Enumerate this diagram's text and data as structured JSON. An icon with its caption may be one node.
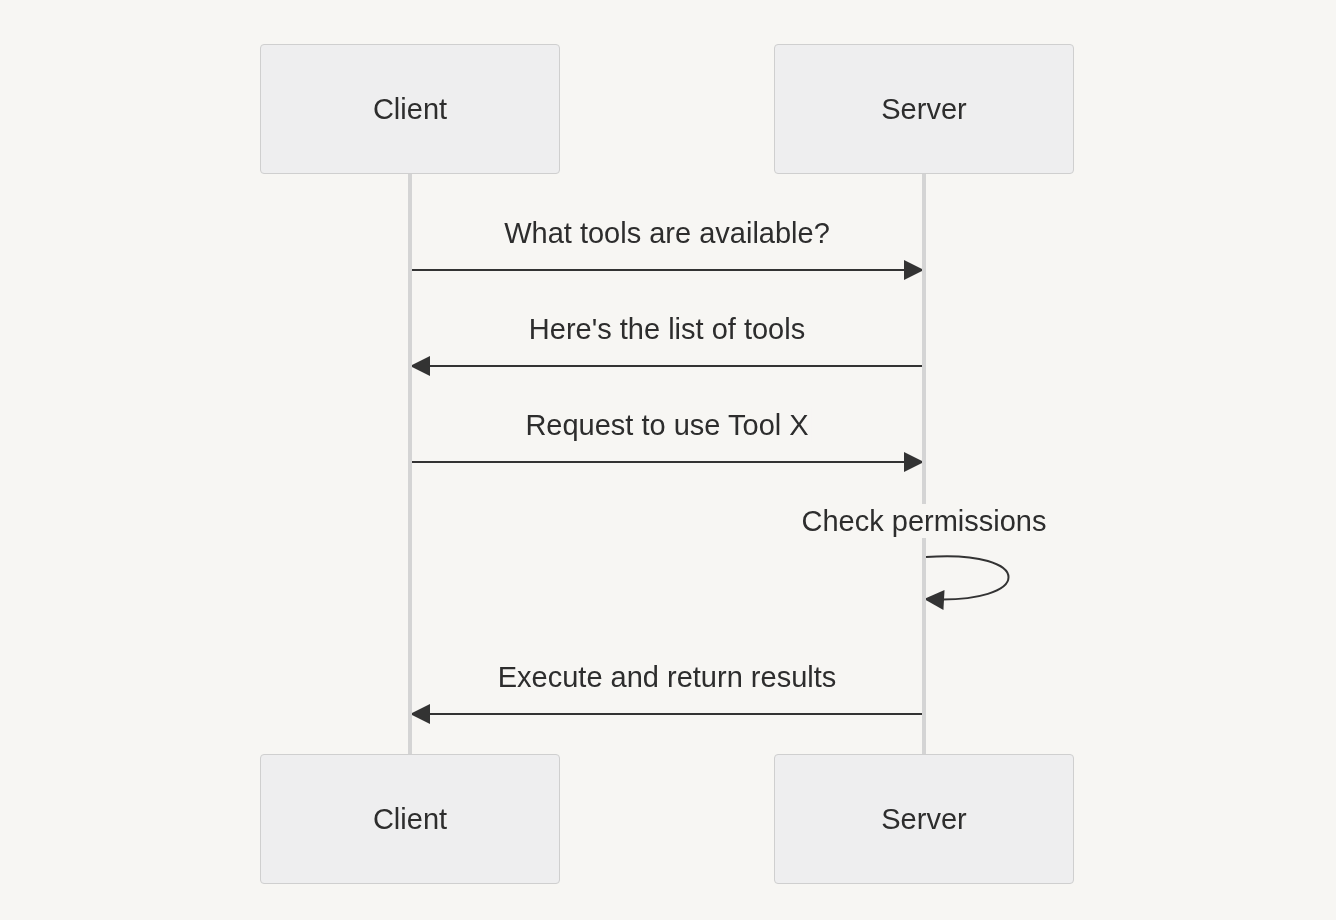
{
  "diagram": {
    "nodes": [
      {
        "text": [
          "Client"
        ]
      },
      {
        "text": [
          "Server"
        ]
      },
      {
        "text": [],
        "shape": "bar"
      },
      {
        "text": [],
        "shape": "bar"
      },
      {
        "text": [
          "Client"
        ]
      },
      {
        "text": [
          "Server"
        ]
      }
    ],
    "edges": [
      {
        "from": 2,
        "to": 3,
        "arrow": "to",
        "label": "What tools are available?"
      },
      {
        "from": 3,
        "to": 2,
        "arrow": "to",
        "label": "Here's the list of tools"
      },
      {
        "from": 2,
        "to": 3,
        "arrow": "to",
        "label": "Request to use Tool X"
      },
      {
        "from": 3,
        "to": 3,
        "arrow": "to",
        "label": "Check permissions"
      },
      {
        "from": 3,
        "to": 2,
        "arrow": "to",
        "label": "Execute and return results"
      }
    ]
  }
}
